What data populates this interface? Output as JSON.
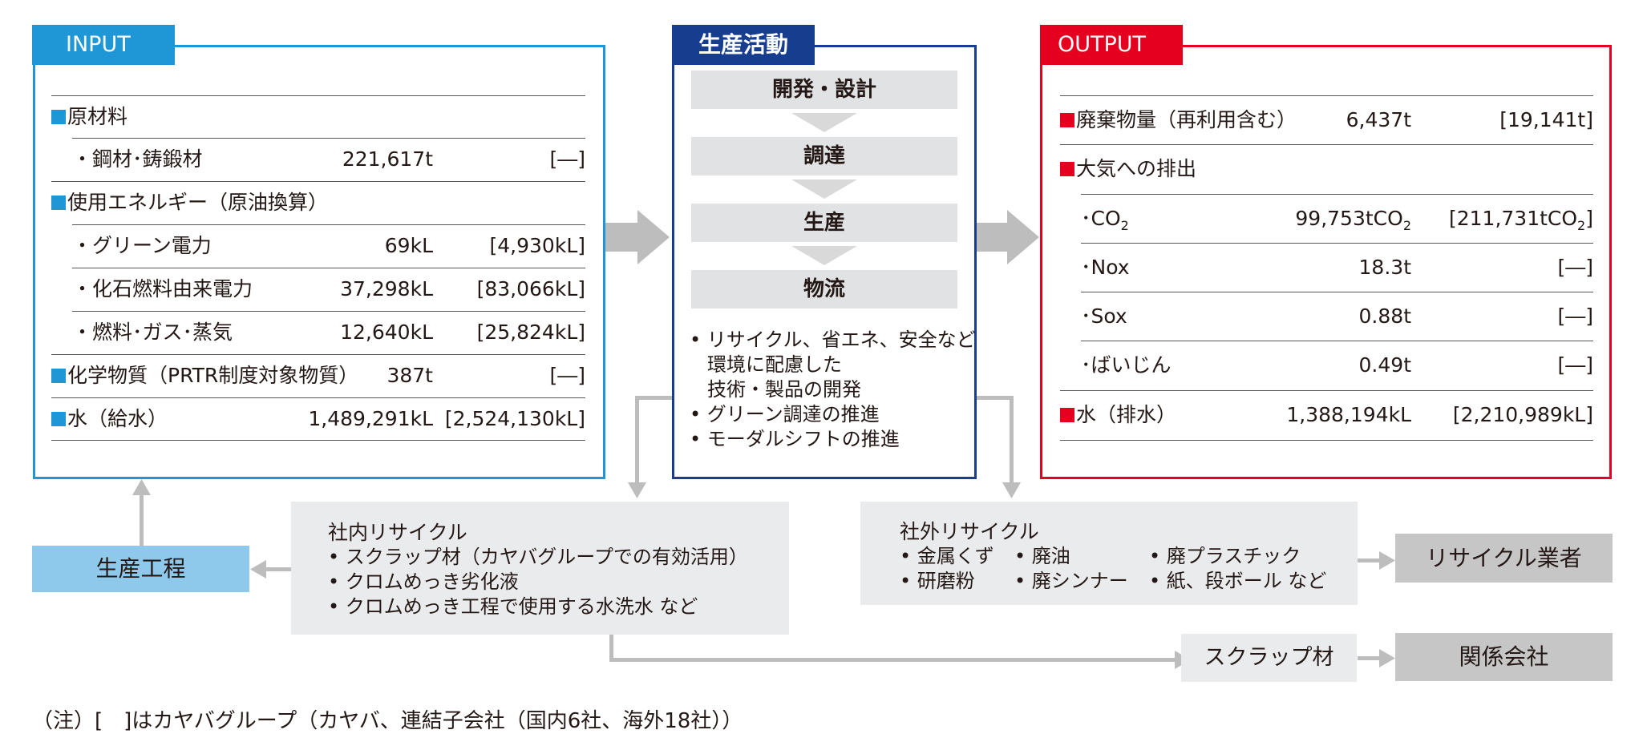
{
  "input": {
    "tab": "INPUT",
    "raw_materials": {
      "title": "原材料",
      "items": [
        {
          "label": "・鋼材･鋳鍛材",
          "value": "221,617t",
          "group": "[―]"
        }
      ]
    },
    "energy": {
      "title": "使用エネルギー（原油換算）",
      "items": [
        {
          "label": "・グリーン電力",
          "value": "69kL",
          "group": "[4,930kL]"
        },
        {
          "label": "・化石燃料由来電力",
          "value": "37,298kL",
          "group": "[83,066kL]"
        },
        {
          "label": "・燃料･ガス･蒸気",
          "value": "12,640kL",
          "group": "[25,824kL]"
        }
      ]
    },
    "chemicals": {
      "title": "化学物質（PRTR制度対象物質）",
      "value": "387t",
      "group": "[―]"
    },
    "water": {
      "title": "水（給水）",
      "value": "1,489,291kL",
      "group": "[2,524,130kL]"
    }
  },
  "production": {
    "tab": "生産活動",
    "steps": [
      "開発・設計",
      "調達",
      "生産",
      "物流"
    ],
    "notes": [
      "• リサイクル、省エネ、安全など",
      "環境に配慮した",
      "技術・製品の開発",
      "• グリーン調達の推進",
      "• モーダルシフトの推進"
    ]
  },
  "output": {
    "tab": "OUTPUT",
    "waste": {
      "title": "廃棄物量（再利用含む）",
      "value": "6,437t",
      "group": "[19,141t]"
    },
    "air": {
      "title": "大気への排出",
      "items": [
        {
          "label": "･CO",
          "sub": "2",
          "value": "99,753tCO",
          "value_sub": "2",
          "group": "[211,731tCO",
          "group_sub": "2",
          "group_end": "]"
        },
        {
          "label": "･Nox",
          "value": "18.3t",
          "group": "[―]"
        },
        {
          "label": "･Sox",
          "value": "0.88t",
          "group": "[―]"
        },
        {
          "label": "･ばいじん",
          "value": "0.49t",
          "group": "[―]"
        }
      ]
    },
    "water": {
      "title": "水（排水）",
      "value": "1,388,194kL",
      "group": "[2,210,989kL]"
    }
  },
  "process_box": {
    "label": "生産工程"
  },
  "internal_recycle": {
    "title": "社内リサイクル",
    "items": [
      "• スクラップ材（カヤバグループでの有効活用）",
      "• クロムめっき劣化液",
      "• クロムめっき工程で使用する水洗水 など"
    ]
  },
  "external_recycle": {
    "title": "社外リサイクル",
    "col1": [
      "• 金属くず",
      "• 研磨粉"
    ],
    "col2": [
      "• 廃油",
      "• 廃シンナー"
    ],
    "col3": [
      "• 廃プラスチック",
      "• 紙、段ボール など"
    ]
  },
  "recyclers": {
    "label": "リサイクル業者"
  },
  "scrap": {
    "label": "スクラップ材"
  },
  "affiliates": {
    "label": "関係会社"
  },
  "note": "（注）[　]はカヤバグループ（カヤバ、連結子会社（国内6社、海外18社））",
  "colors": {
    "input": "#1f97d7",
    "production": "#173d8f",
    "output": "#e50020",
    "process_box": "#8ec9ec",
    "arrow": "#bdbdbd"
  }
}
